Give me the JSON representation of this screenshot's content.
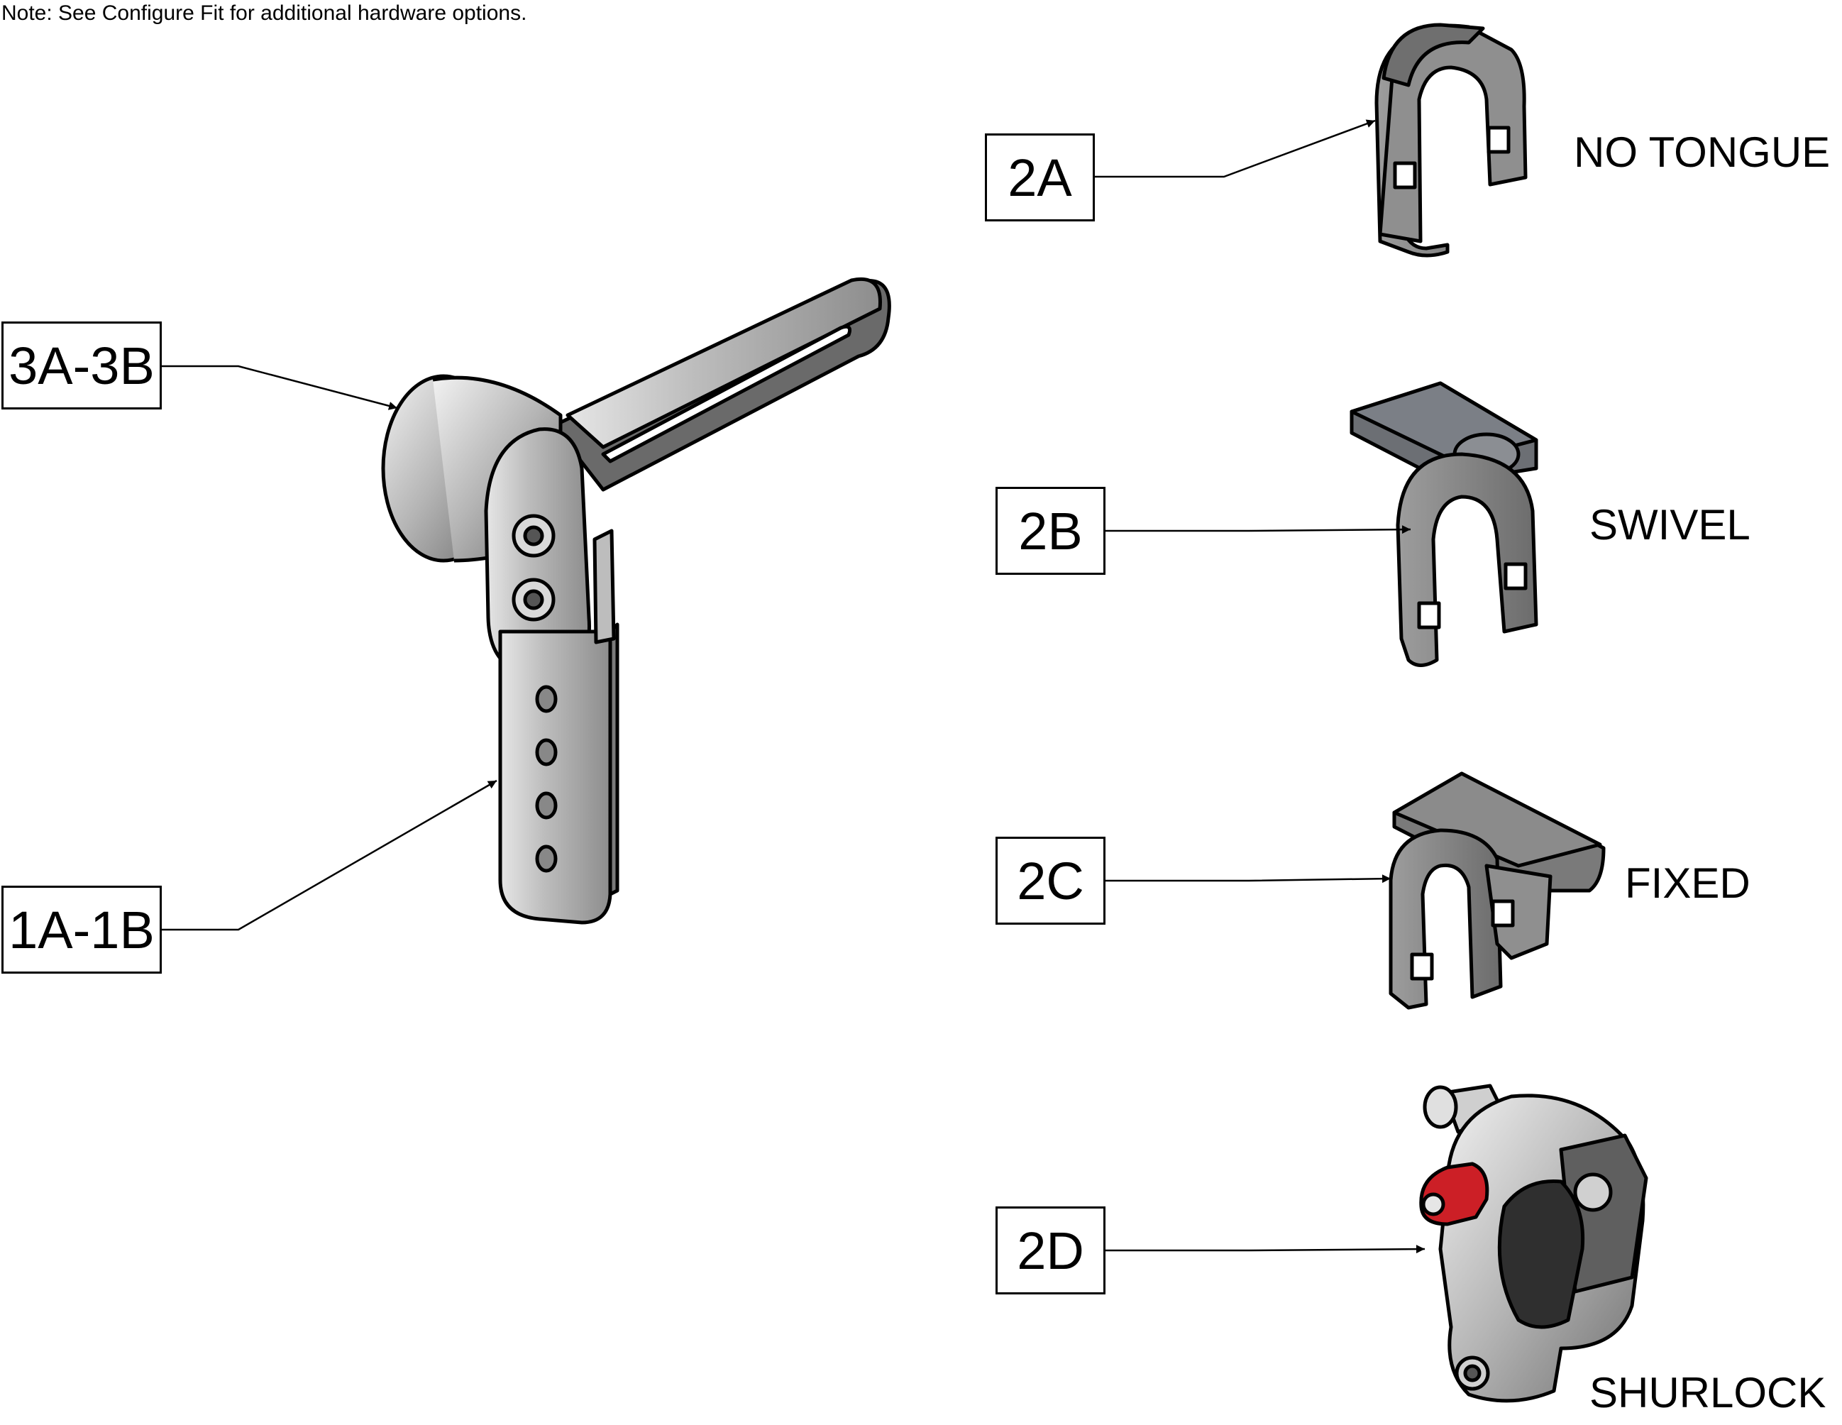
{
  "note": "Note: See Configure Fit for additional hardware options.",
  "callouts": {
    "c1": "3A-3B",
    "c2": "1A-1B",
    "c3": "2A",
    "c4": "2B",
    "c5": "2C",
    "c6": "2D"
  },
  "descriptions": {
    "d1": "NO TONGUE",
    "d2": "SWIVEL",
    "d3": "FIXED",
    "d4": "SHURLOCK"
  },
  "colors": {
    "part_gray": "#8c8c8c",
    "part_dark": "#5d5d5d",
    "part_light": "#c8c8c8",
    "accent_red": "#cc1f26"
  }
}
